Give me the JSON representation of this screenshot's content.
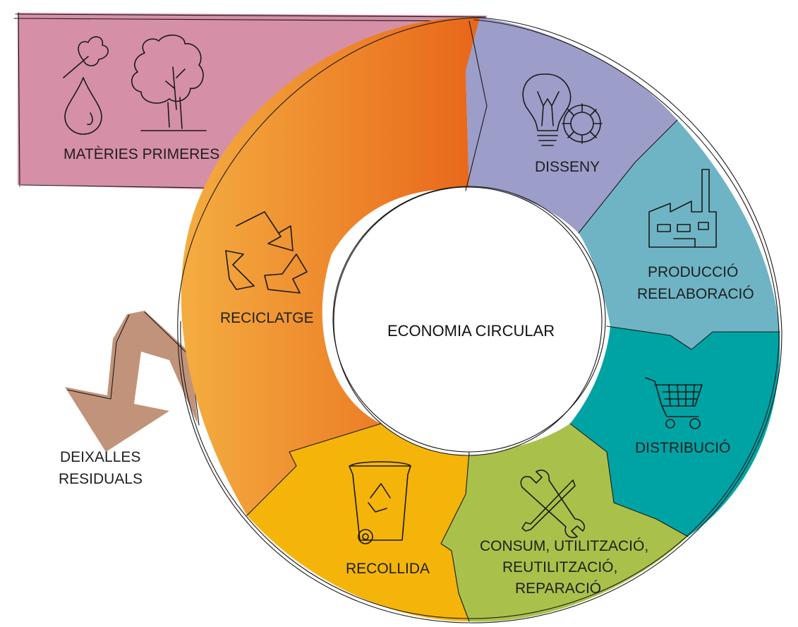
{
  "center_label": "ECONOMIA CIRCULAR",
  "stages": {
    "materies_primeres": "MATÈRIES PRIMERES",
    "disseny": "DISSENY",
    "produccio": [
      "PRODUCCIÓ",
      "REELABORACIÓ"
    ],
    "distribucio": "DISTRIBUCIÓ",
    "consum": [
      "CONSUM, UTILITZACIÓ,",
      "REUTILITZACIÓ,",
      "REPARACIÓ"
    ],
    "recollida": "RECOLLIDA",
    "reciclatge": "RECICLATGE"
  },
  "waste_label": [
    "DEIXALLES",
    "RESIDUALS"
  ],
  "colors": {
    "materies_primeres": "#d58fa6",
    "disseny": "#9c9dc8",
    "produccio": "#6fb4c4",
    "distribucio": "#00a3a4",
    "consum": "#a9c14a",
    "recollida": "#f4b40a",
    "reciclatge_start": "#f4ad40",
    "reciclatge_end": "#e8661a",
    "waste_arrow": "#c0937a"
  },
  "icons": [
    "leaf-icon",
    "drop-icon",
    "tree-icon",
    "bulb-icon",
    "gear-icon",
    "factory-icon",
    "cart-icon",
    "tools-icon",
    "bin-icon",
    "recycle-icon"
  ]
}
